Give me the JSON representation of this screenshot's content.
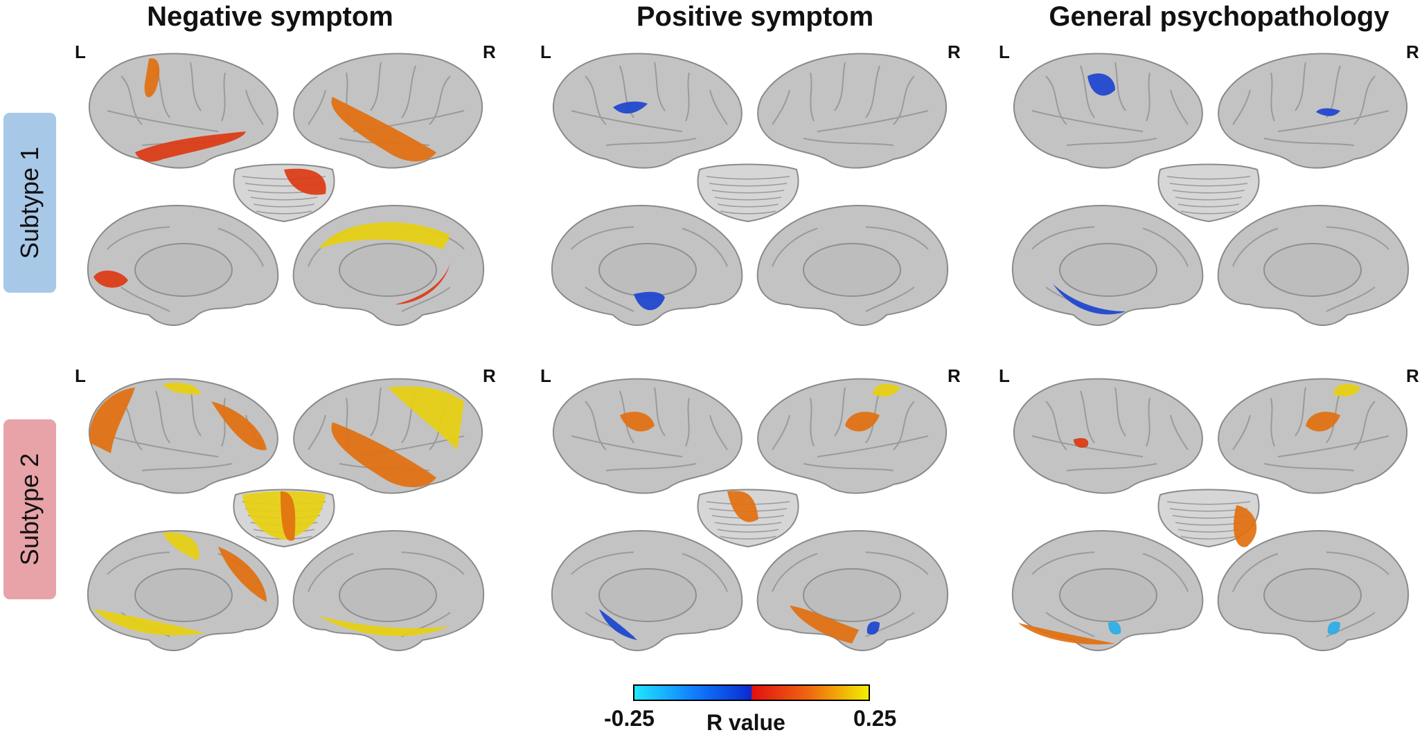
{
  "columns": [
    "Negative symptom",
    "Positive symptom",
    "General psychopathology"
  ],
  "hemisphere_labels": {
    "left": "L",
    "right": "R"
  },
  "rows": [
    {
      "label": "Subtype 1",
      "label_bg": "#a8c8e8"
    },
    {
      "label": "Subtype 2",
      "label_bg": "#e8a3a8"
    }
  ],
  "colorbar": {
    "min_label": "-0.25",
    "max_label": "0.25",
    "title": "R value",
    "negative_colors": [
      "#20e8ff",
      "#1080ff",
      "#0a2ad0"
    ],
    "positive_colors": [
      "#e01010",
      "#f06a10",
      "#f5b020",
      "#f2f000"
    ]
  },
  "colors": {
    "brain": "#c3c3c3",
    "brain_edge": "#8a8a8a",
    "medial_wall": "#bdbdbd",
    "red": "#dc3a14",
    "orange": "#e2700f",
    "yellow": "#e8d010",
    "blue": "#1c44cf",
    "cyan": "#2aaee8"
  }
}
